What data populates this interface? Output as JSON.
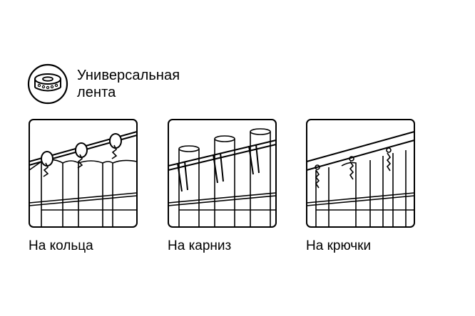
{
  "header": {
    "icon": "tape-roll-icon",
    "title_line1": "Универсальная",
    "title_line2": "лента"
  },
  "panels": [
    {
      "icon": "rings-on-rod-icon",
      "caption": "На кольца"
    },
    {
      "icon": "curtain-rod-loops-icon",
      "caption": "На карниз"
    },
    {
      "icon": "hooks-on-track-icon",
      "caption": "На крючки"
    }
  ]
}
